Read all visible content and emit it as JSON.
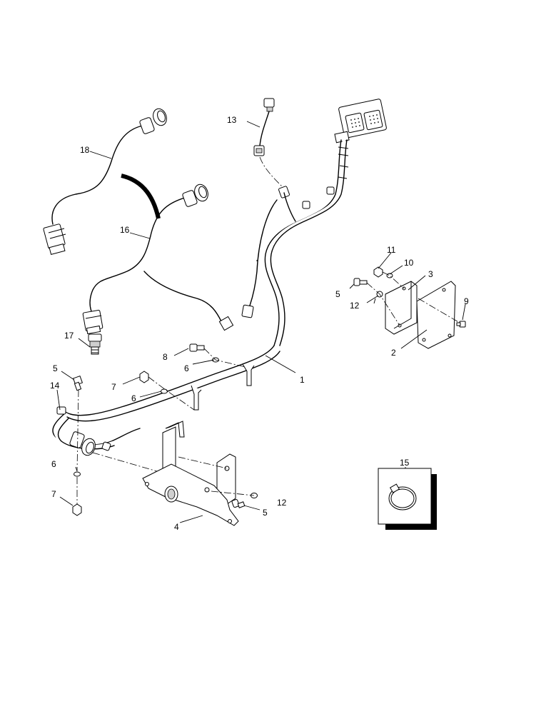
{
  "callouts": {
    "c1": "1",
    "c2": "2",
    "c3": "3",
    "c4": "4",
    "c5a": "5",
    "c5b": "5",
    "c5c": "5",
    "c6a": "6",
    "c6b": "6",
    "c6c": "6",
    "c7a": "7",
    "c7b": "7",
    "c8": "8",
    "c9": "9",
    "c10": "10",
    "c11": "11",
    "c12a": "12",
    "c12b": "12",
    "c13": "13",
    "c14": "14",
    "c15": "15",
    "c16": "16",
    "c17": "17",
    "c18": "18"
  }
}
